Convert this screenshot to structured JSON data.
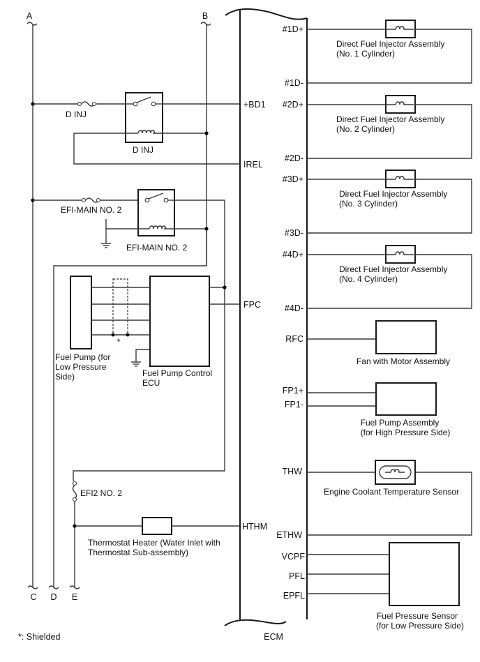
{
  "connectors": {
    "top": [
      "A",
      "B"
    ],
    "bottom": [
      "C",
      "D",
      "E"
    ]
  },
  "relays": {
    "d_inj": {
      "fuse_label": "D INJ",
      "relay_label": "D INJ"
    },
    "efi_main": {
      "fuse_label": "EFI-MAIN NO. 2",
      "relay_label": "EFI-MAIN NO. 2"
    }
  },
  "fuel_pump_low": {
    "pump_label_lines": [
      "Fuel Pump (for",
      "Low Pressure",
      "Side)"
    ],
    "ecu_label_lines": [
      "Fuel Pump Control",
      "ECU"
    ],
    "shield_mark": "*"
  },
  "efi2_fuse": {
    "label": "EFI2 NO. 2"
  },
  "thermostat": {
    "label_lines": [
      "Thermostat Heater (Water Inlet with",
      "Thermostat Sub-assembly)"
    ]
  },
  "footnote": "*: Shielded",
  "ecm": {
    "label": "ECM",
    "left_pins": [
      "+BD1",
      "IREL",
      "FPC",
      "HTHM"
    ],
    "injectors": [
      {
        "pos": "#1D+",
        "neg": "#1D-",
        "lines": [
          "Direct Fuel Injector Assembly",
          "(No. 1 Cylinder)"
        ]
      },
      {
        "pos": "#2D+",
        "neg": "#2D-",
        "lines": [
          "Direct Fuel Injector Assembly",
          "(No. 2 Cylinder)"
        ]
      },
      {
        "pos": "#3D+",
        "neg": "#3D-",
        "lines": [
          "Direct Fuel Injector Assembly",
          "(No. 3 Cylinder)"
        ]
      },
      {
        "pos": "#4D+",
        "neg": "#4D-",
        "lines": [
          "Direct Fuel Injector Assembly",
          "(No. 4 Cylinder)"
        ]
      }
    ],
    "fan": {
      "pin": "RFC",
      "label": "Fan with Motor Assembly"
    },
    "fuel_pump_high": {
      "pins": [
        "FP1+",
        "FP1-"
      ],
      "label_lines": [
        "Fuel Pump Assembly",
        "(for High Pressure Side)"
      ]
    },
    "coolant_sensor": {
      "pins": [
        "THW",
        "ETHW"
      ],
      "label": "Engine Coolant Temperature Sensor"
    },
    "fuel_pressure_sensor": {
      "pins": [
        "VCPF",
        "PFL",
        "EPFL"
      ],
      "label_lines": [
        "Fuel Pressure Sensor",
        "(for Low Pressure Side)"
      ]
    }
  }
}
